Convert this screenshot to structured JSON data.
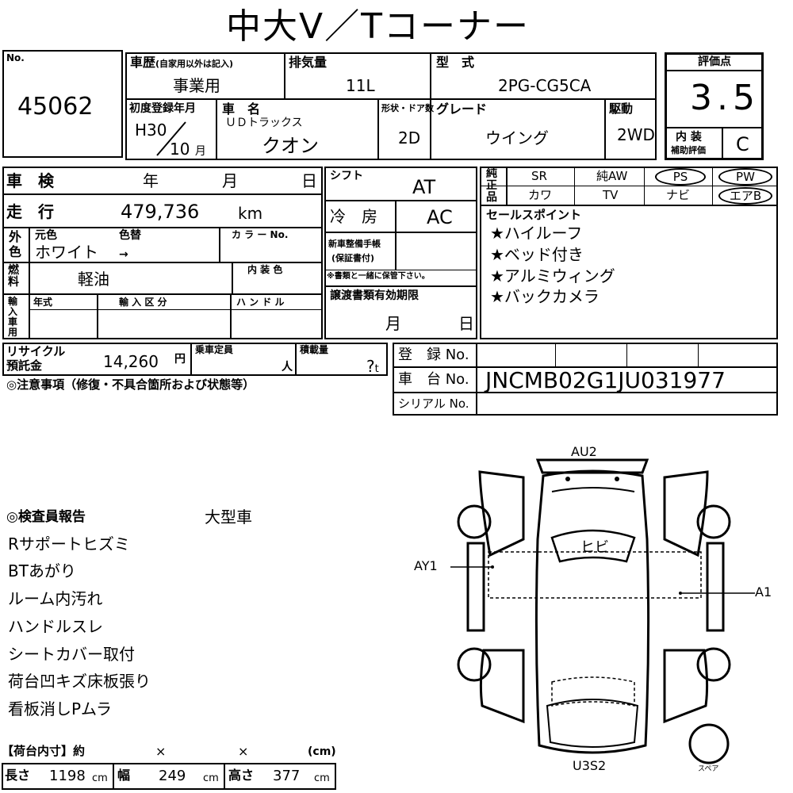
{
  "title": "中大V／Tコーナー",
  "no_label": "No.",
  "no_value": "45062",
  "history": {
    "label": "車歴",
    "note": "(自家用以外は記入)",
    "value": "事業用"
  },
  "displacement": {
    "label": "排気量",
    "value": "11L"
  },
  "model": {
    "label": "型　式",
    "value": "2PG-CG5CA"
  },
  "first_reg": {
    "label": "初度登録年月",
    "year": "H30",
    "month": "10",
    "month_unit": "月"
  },
  "car_name": {
    "label": "車　名",
    "maker": "ＵＤトラックス",
    "value": "クオン"
  },
  "doors": {
    "label": "形状・ドア数",
    "value": "2D"
  },
  "grade": {
    "label": "グレード",
    "value": "ウイング"
  },
  "drive": {
    "label": "駆動",
    "value": "2WD"
  },
  "score": {
    "label": "評価点",
    "value": "3.5",
    "interior_label_1": "内 装",
    "interior_label_2": "補助評価",
    "interior_value": "C"
  },
  "inspection": {
    "label": "車　検",
    "y": "年",
    "m": "月",
    "d": "日"
  },
  "mileage": {
    "label": "走　行",
    "value": "479,736",
    "unit": "km"
  },
  "color": {
    "side_1": "外",
    "side_2": "色",
    "orig_label": "元色",
    "change_label": "色替",
    "orig_value": "ホワイト",
    "arrow": "→",
    "color_no_label": "カ ラ ー No."
  },
  "fuel": {
    "side": "燃料",
    "value": "軽油",
    "interior_color_label": "内 装 色"
  },
  "import": {
    "side": "輸入車用",
    "year_label": "年式",
    "category_label": "輸 入 区 分",
    "handle_label": "ハ ン ド ル"
  },
  "shift": {
    "label": "シフト",
    "value": "AT"
  },
  "ac": {
    "label": "冷　房",
    "value": "AC"
  },
  "warranty": {
    "line1": "新車整備手帳",
    "line2": "(保証書付)",
    "note": "※書類と一緒に保管下さい。"
  },
  "transfer": {
    "label": "譲渡書類有効期限",
    "m": "月",
    "d": "日"
  },
  "equipment": {
    "side": "純正品",
    "items": [
      "SR",
      "純AW",
      "PS",
      "PW",
      "カワ",
      "TV",
      "ナビ",
      "エアB"
    ]
  },
  "sales": {
    "label": "セールスポイント",
    "points": [
      "★ハイルーフ",
      "★ベッド付き",
      "★アルミウィング",
      "★バックカメラ"
    ]
  },
  "recycle": {
    "label1": "リサイクル",
    "label2": "預託金",
    "value": "14,260",
    "unit": "円"
  },
  "capacity": {
    "label": "乗車定員",
    "unit": "人"
  },
  "load": {
    "label": "積載量",
    "value": "?",
    "unit": "t"
  },
  "registration": {
    "label": "登　録 No."
  },
  "chassis": {
    "label": "車　台 No.",
    "value": "JNCMB02G1JU031977"
  },
  "serial": {
    "label": "シリアル No."
  },
  "caution": "◎注意事項（修復・不具合箇所および状態等）",
  "report": {
    "heading": "◎検査員報告",
    "type": "大型車",
    "lines": [
      "Rサポートヒズミ",
      "BTあがり",
      "ルーム内汚れ",
      "ハンドルスレ",
      "シートカバー取付",
      "荷台凹キズ床板張り",
      "看板消しPムラ"
    ]
  },
  "cargo": {
    "heading": "【荷台内寸】約",
    "x": "×",
    "unit": "(cm)",
    "length_label": "長さ",
    "length": "1198",
    "width_label": "幅",
    "width": "249",
    "height_label": "高さ",
    "height": "377",
    "cm": "cm"
  },
  "diagram": {
    "top": "AU2",
    "bottom": "U3S2",
    "left": "AY1",
    "right": "A1",
    "center": "ヒビ",
    "spare": "スペア"
  }
}
